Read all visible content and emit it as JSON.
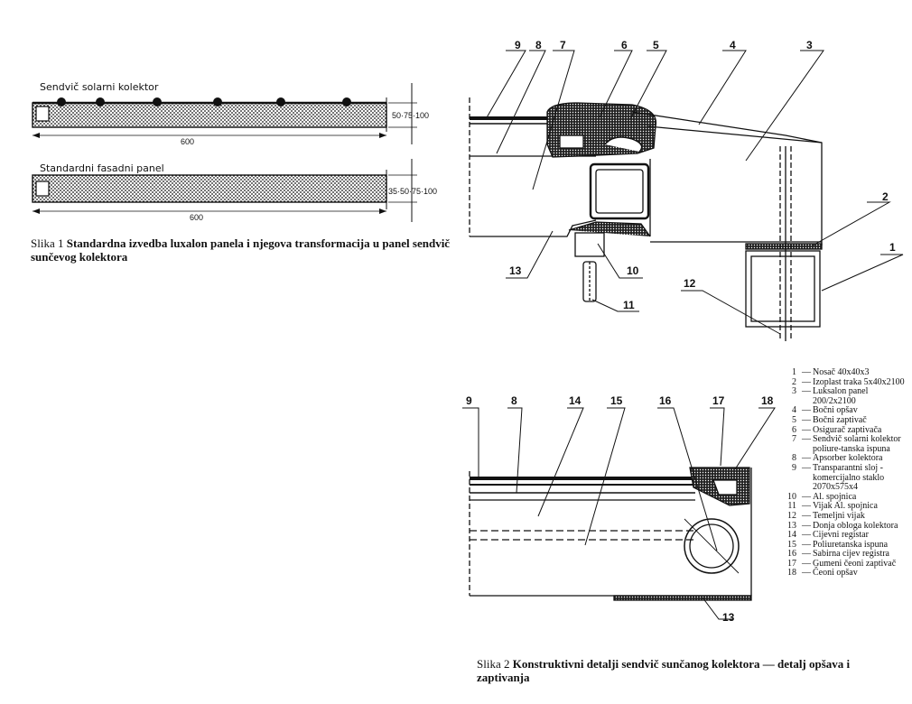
{
  "figure1": {
    "panel_top_label": "Sendvič solarni kolektor",
    "panel_top_dims": "50·75·100",
    "panel_top_width": "600",
    "panel_bottom_label": "Standardni fasadni panel",
    "panel_bottom_dims": "35·50·75·100",
    "panel_bottom_width": "600",
    "caption_prefix": "Slika 1",
    "caption_text": "Standardna izvedba luxalon panela i njegova transformacija u panel sendvič sunčevog kolektora"
  },
  "figure2": {
    "caption_prefix": "Slika 2",
    "caption_text": "Konstruktivni detalji sendvič sunčanog kolektora — detalj opšava i zaptivanja"
  },
  "callouts_top": [
    "9",
    "8",
    "7",
    "6",
    "5",
    "4",
    "3",
    "2",
    "1",
    "13",
    "10",
    "11",
    "12"
  ],
  "callouts_bottom": [
    "9",
    "8",
    "14",
    "15",
    "16",
    "17",
    "18",
    "13"
  ],
  "legend": [
    {
      "n": "1",
      "dash": "—",
      "text": "Nosač 40x40x3"
    },
    {
      "n": "2",
      "dash": "—",
      "text": "Izoplast traka 5x40x2100"
    },
    {
      "n": "3",
      "dash": "—",
      "text": "Luksalon panel 200/2x2100"
    },
    {
      "n": "4",
      "dash": "—",
      "text": "Bočni opšav"
    },
    {
      "n": "5",
      "dash": "—",
      "text": "Bočni zaptivač"
    },
    {
      "n": "6",
      "dash": "—",
      "text": "Osigurač zaptivača"
    },
    {
      "n": "7",
      "dash": "—",
      "text": "Sendvič solarni kolektor poliure-tanska ispuna"
    },
    {
      "n": "8",
      "dash": "—",
      "text": "Apsorber kolektora"
    },
    {
      "n": "9",
      "dash": "—",
      "text": "Transparantni sloj - komercijalno staklo 2070x575x4"
    },
    {
      "n": "10",
      "dash": "—",
      "text": "Al. spojnica"
    },
    {
      "n": "11",
      "dash": "—",
      "text": "Vijak Al. spojnica"
    },
    {
      "n": "12",
      "dash": "—",
      "text": "Temeljni vijak"
    },
    {
      "n": "13",
      "dash": "—",
      "text": "Donja obloga kolektora"
    },
    {
      "n": "14",
      "dash": "—",
      "text": "Cijevni registar"
    },
    {
      "n": "15",
      "dash": "—",
      "text": "Poliuretanska ispuna"
    },
    {
      "n": "16",
      "dash": "—",
      "text": "Sabirna cijev registra"
    },
    {
      "n": "17",
      "dash": "—",
      "text": "Gumeni čeoni zaptivač"
    },
    {
      "n": "18",
      "dash": "—",
      "text": "Čeoni opšav"
    }
  ]
}
